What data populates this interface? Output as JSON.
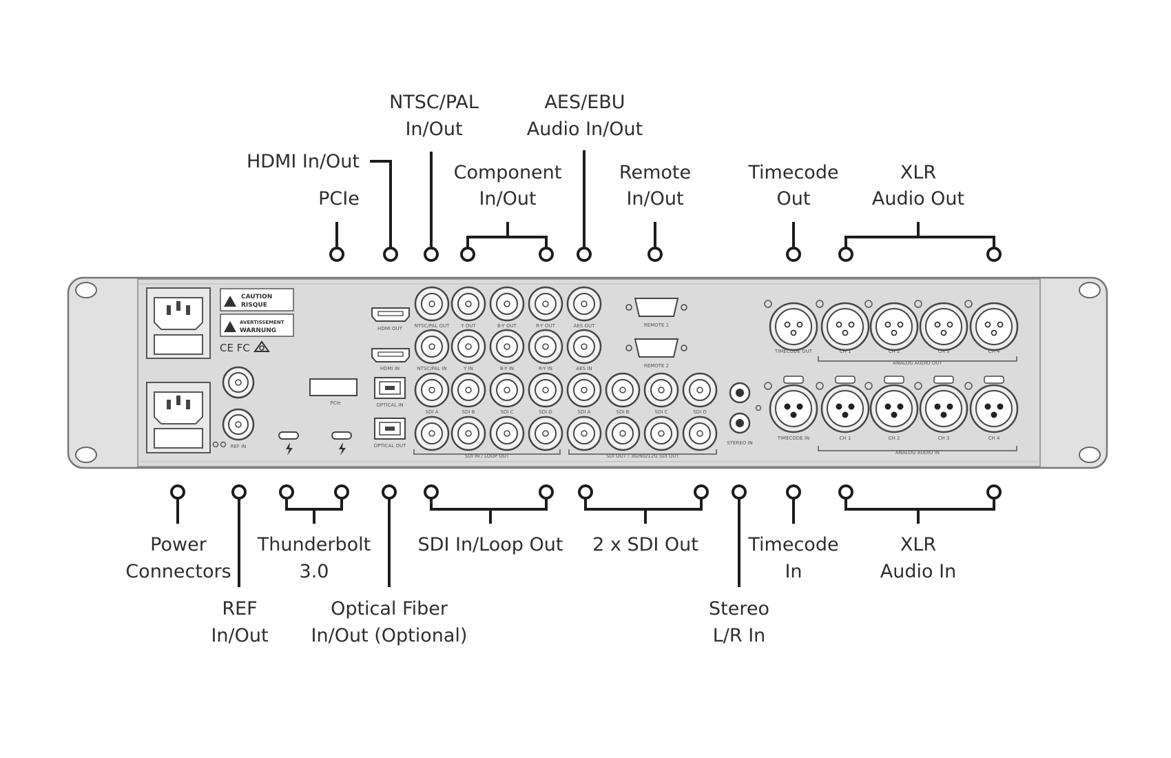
{
  "labels": {
    "ntsc_pal": [
      "NTSC/PAL",
      "In/Out"
    ],
    "aes_ebu": [
      "AES/EBU",
      "Audio In/Out"
    ],
    "hdmi": [
      "HDMI In/Out"
    ],
    "pcie": [
      "PCIe"
    ],
    "component": [
      "Component",
      "In/Out"
    ],
    "remote": [
      "Remote",
      "In/Out"
    ],
    "timecode_out": [
      "Timecode",
      "Out"
    ],
    "xlr_out": [
      "XLR",
      "Audio Out"
    ],
    "power": [
      "Power",
      "Connectors"
    ],
    "ref": [
      "REF",
      "In/Out"
    ],
    "thunderbolt": [
      "Thunderbolt",
      "3.0"
    ],
    "optical": [
      "Optical Fiber",
      "In/Out (Optional)"
    ],
    "sdi_in": [
      "SDI In/Loop Out"
    ],
    "sdi_out": [
      "2 x SDI Out"
    ],
    "stereo": [
      "Stereo",
      "L/R In"
    ],
    "timecode_in": [
      "Timecode",
      "In"
    ],
    "xlr_in": [
      "XLR",
      "Audio In"
    ]
  },
  "device": {
    "warning_top": [
      "CAUTION",
      "RISQUE"
    ],
    "warning_bottom": [
      "AVERTISSEMENT",
      "WARNUNG"
    ],
    "cert_marks": "CE FC",
    "bnc_row1": [
      "NTSC/PAL OUT",
      "Y OUT",
      "B-Y OUT",
      "R-Y OUT",
      "AES OUT"
    ],
    "bnc_row2": [
      "NTSC/PAL IN",
      "Y IN",
      "B-Y IN",
      "R-Y IN",
      "AES IN"
    ],
    "sdi_row3": [
      "SDI A",
      "SDI B",
      "SDI C",
      "SDI D",
      "SDI A",
      "SDI B",
      "SDI C",
      "SDI D"
    ],
    "sdi_in_group": "SDI IN / LOOP OUT",
    "sdi_out_group": "SDI OUT / 3G/6G/12G SDI OUT",
    "hdmi_out": "HDMI OUT",
    "hdmi_in": "HDMI IN",
    "optical_in": "OPTICAL IN",
    "optical_out": "OPTICAL OUT",
    "remote_top": "REMOTE 1",
    "remote_bottom": "REMOTE 2",
    "ref_in": "REF IN",
    "stereo_in": "STEREO IN",
    "timecode_out": "TIMECODE OUT",
    "timecode_in": "TIMECODE IN",
    "xlr_out_channels": [
      "CH 1",
      "CH 2",
      "CH 3",
      "CH 4"
    ],
    "xlr_in_channels": [
      "CH 1",
      "CH 2",
      "CH 3",
      "CH 4"
    ],
    "analog_out_group": "ANALOG AUDIO OUT",
    "analog_in_group": "ANALOG AUDIO IN",
    "pcie_label": "PCIe"
  }
}
